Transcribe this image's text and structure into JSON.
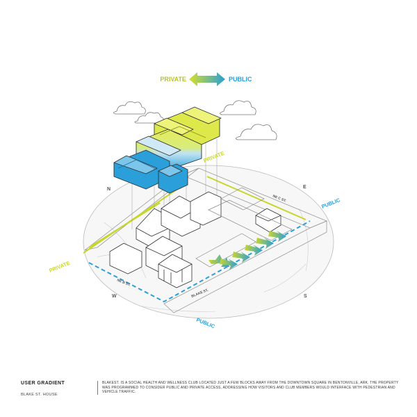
{
  "gradient": {
    "private_label": "PRIVATE",
    "public_label": "PUBLIC"
  },
  "compass": {
    "n": "N",
    "e": "E",
    "s": "S",
    "w": "W"
  },
  "site_labels": {
    "private_upper": "PRIVATE",
    "private_left": "PRIVATE",
    "public_right": "PUBLIC",
    "public_bottom": "PUBLIC"
  },
  "streets": {
    "ne_c": "NE C ST.",
    "ne_b": "NE B ST.",
    "blake": "BLAKE ST."
  },
  "caption": {
    "title": "USER GRADIENT",
    "subtitle": "BLAKE ST. HOUSE"
  },
  "description": "BLAKEST. IS A SOCIAL HEALTH AND WELLNESS CLUB LOCATED JUST A FEW BLOCKS AWAY FROM THE DOWNTOWN SQUARE IN BENTONVILLE, ARK. THE PROPERTY WAS PROGRAMMED TO CONSIDER PUBLIC AND PRIVATE ACCESS, ADDRESSING HOW VISITORS AND CLUB MEMBERS WOULD INTERFACE WITH PEDESTRIAN AND VEHICLE TRAFFIC.",
  "colors": {
    "private": "#c8d62b",
    "public": "#2b9fd9",
    "line": "#555555",
    "light": "#bbbbbb"
  }
}
